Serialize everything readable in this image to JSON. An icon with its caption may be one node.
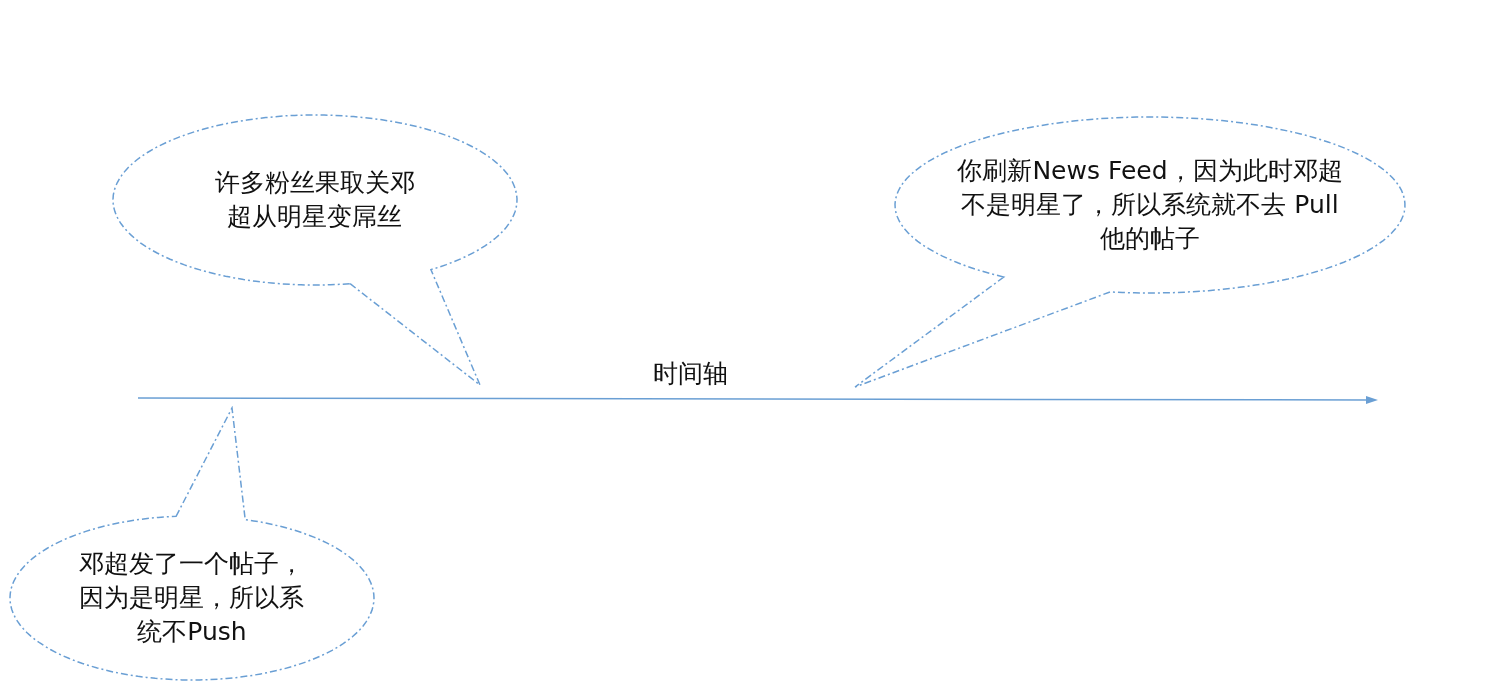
{
  "diagram": {
    "nodes": [
      {
        "text": [
          "许多粉丝果取关邓超从明星变屌丝"
        ]
      },
      {
        "text": [
          "你刷新News Feed，因为此时邓超不是明星了，所以系统就不去 Pull 他的帖子"
        ]
      },
      {
        "text": [
          "邓超发了一个帖子，因为是明星，所以系统不Push"
        ]
      }
    ],
    "labels": [
      "时间轴"
    ]
  }
}
